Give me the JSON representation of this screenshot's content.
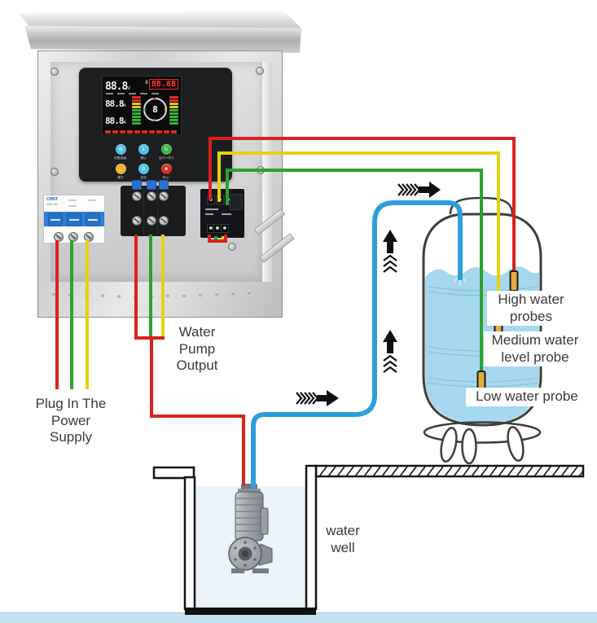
{
  "colors": {
    "wire_red": "#d8231d",
    "wire_yellow": "#e6d10e",
    "wire_green": "#2ba32b",
    "pipe_blue": "#2d9edb",
    "tank_water": "#a5d8ee",
    "well_water": "#e9f3f8",
    "footer_strip": "#c3e3f2",
    "label_text": "#3a3a3a"
  },
  "controller": {
    "display": {
      "voltage": "88.8",
      "voltage_unit": "V",
      "aux_digit": "8",
      "setpoint": "88.88",
      "current1": "88.8",
      "current2": "88.8",
      "current_unit": "A",
      "gauge_value": "8"
    },
    "buttons": [
      {
        "label": "设置/高级",
        "color": "#56c0e8",
        "icon": "gear-icon",
        "glyph": "⚙"
      },
      {
        "label": "确认",
        "color": "#56c0e8",
        "icon": "info-icon",
        "glyph": "ℹ"
      },
      {
        "label": "运行/+/学习",
        "color": "#3db54a",
        "icon": "run-cycle-icon",
        "glyph": "↻"
      },
      {
        "label": "模式",
        "color": "#f0b02c",
        "icon": "warning-icon",
        "glyph": "△"
      },
      {
        "label": "查询",
        "color": "#56c0e8",
        "icon": "search-icon",
        "glyph": "⊙"
      },
      {
        "label": "停止/-",
        "color": "#d93025",
        "icon": "stop-icon",
        "glyph": "■"
      }
    ]
  },
  "breaker": {
    "brand": "CHNT",
    "model": "DZ47-60"
  },
  "labels": {
    "pump_output": "Water Pump Output",
    "power_supply": "Plug In The Power Supply",
    "high_probe": "High water probes",
    "medium_probe": "Medium water level probe",
    "low_probe": "Low water probe",
    "well": "water well"
  }
}
